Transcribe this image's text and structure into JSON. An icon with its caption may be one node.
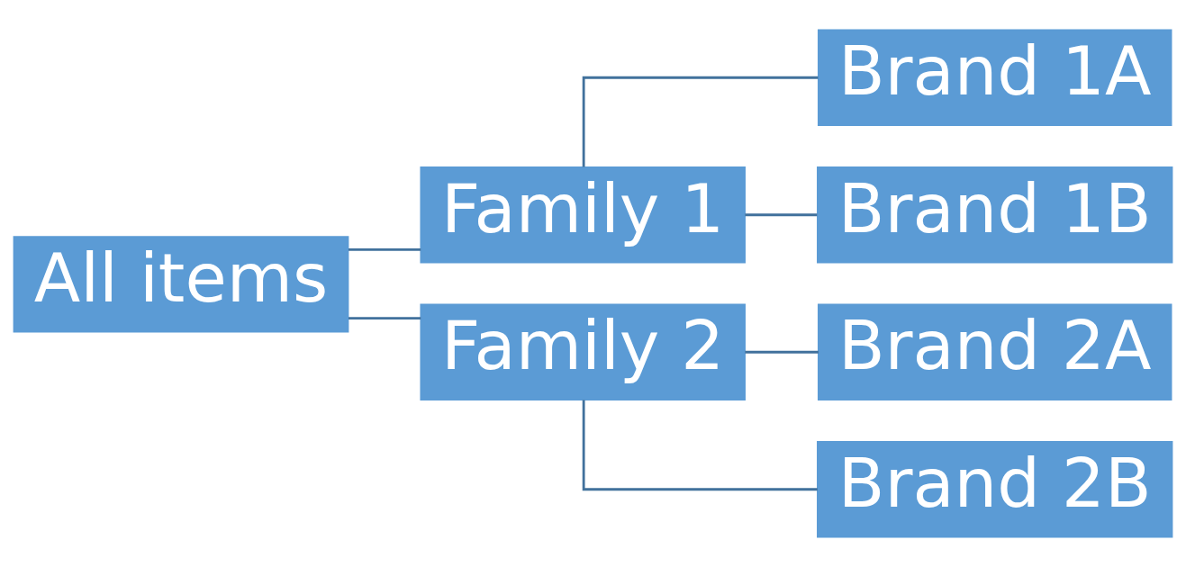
{
  "diagram": {
    "nodes": [
      {
        "text": [
          "All items"
        ]
      },
      {
        "text": [
          "Family 1"
        ]
      },
      {
        "text": [
          "Brand 1A"
        ]
      },
      {
        "text": [
          "Brand 1B"
        ]
      },
      {
        "text": [
          "Family 2"
        ]
      },
      {
        "text": [
          "Brand 2A"
        ]
      },
      {
        "text": [
          "Brand 2B"
        ]
      }
    ],
    "edges": [
      {
        "from": 0,
        "to": 1,
        "arrow": "none"
      },
      {
        "from": 0,
        "to": 4,
        "arrow": "none"
      },
      {
        "from": 1,
        "to": 2,
        "arrow": "none"
      },
      {
        "from": 1,
        "to": 3,
        "arrow": "none"
      },
      {
        "from": 4,
        "to": 5,
        "arrow": "none"
      },
      {
        "from": 4,
        "to": 6,
        "arrow": "none"
      }
    ]
  }
}
